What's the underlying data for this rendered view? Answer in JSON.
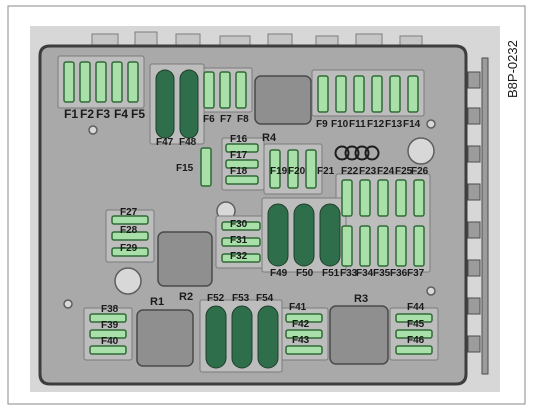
{
  "figure": {
    "code": "B8P-0232",
    "colors": {
      "frame": "#6e6e6e",
      "panel": "#a9a9a9",
      "panel_dark": "#8d8d8d",
      "fuse_fill": "#a9dfa9",
      "fuse_stroke": "#2f6a36",
      "dark_fuse": "#2f6e4a",
      "relay": "#8f8f8f",
      "relay_stroke": "#4a4a4a"
    }
  },
  "fuses": [
    {
      "label": "F1"
    },
    {
      "label": "F2"
    },
    {
      "label": "F3"
    },
    {
      "label": "F4"
    },
    {
      "label": "F5"
    },
    {
      "label": "F6"
    },
    {
      "label": "F7"
    },
    {
      "label": "F8"
    },
    {
      "label": "F9"
    },
    {
      "label": "F10"
    },
    {
      "label": "F11"
    },
    {
      "label": "F12"
    },
    {
      "label": "F13"
    },
    {
      "label": "F14"
    },
    {
      "label": "F15"
    },
    {
      "label": "F16"
    },
    {
      "label": "F17"
    },
    {
      "label": "F18"
    },
    {
      "label": "F19"
    },
    {
      "label": "F20"
    },
    {
      "label": "F21"
    },
    {
      "label": "F22"
    },
    {
      "label": "F23"
    },
    {
      "label": "F24"
    },
    {
      "label": "F25"
    },
    {
      "label": "F26"
    },
    {
      "label": "F27"
    },
    {
      "label": "F28"
    },
    {
      "label": "F29"
    },
    {
      "label": "F30"
    },
    {
      "label": "F31"
    },
    {
      "label": "F32"
    },
    {
      "label": "F33"
    },
    {
      "label": "F34"
    },
    {
      "label": "F35"
    },
    {
      "label": "F36"
    },
    {
      "label": "F37"
    },
    {
      "label": "F38"
    },
    {
      "label": "F39"
    },
    {
      "label": "F40"
    },
    {
      "label": "F41"
    },
    {
      "label": "F42"
    },
    {
      "label": "F43"
    },
    {
      "label": "F44"
    },
    {
      "label": "F45"
    },
    {
      "label": "F46"
    },
    {
      "label": "F47"
    },
    {
      "label": "F48"
    },
    {
      "label": "F49"
    },
    {
      "label": "F50"
    },
    {
      "label": "F51"
    },
    {
      "label": "F52"
    },
    {
      "label": "F53"
    },
    {
      "label": "F54"
    }
  ],
  "relays": [
    {
      "label": "R1"
    },
    {
      "label": "R2"
    },
    {
      "label": "R3"
    },
    {
      "label": "R4"
    }
  ]
}
